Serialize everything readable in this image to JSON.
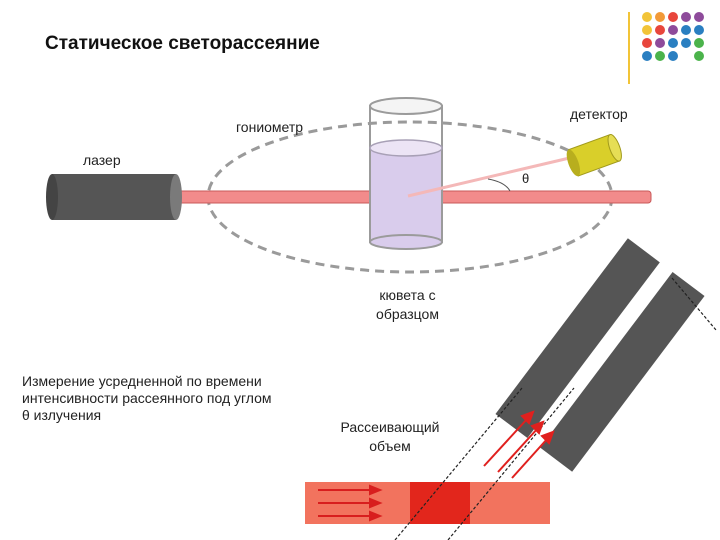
{
  "title": "Статическое светорассеяние",
  "labels": {
    "goniometer": "гониометр",
    "detector": "детектор",
    "laser": "лазер",
    "theta": "θ",
    "cuvette": "кювета с образцом",
    "scattering_volume": "Рассеивающий объем",
    "measurement": "Измерение усредненной по времени интенсивности рассеянного под углом θ излучения"
  },
  "colors": {
    "laser_beam": "#f28b8b",
    "detector": "#d9cf2a",
    "cuvette_liquid": "#d9ccec",
    "block": "#555555",
    "scatter_arrow": "#e0201e"
  },
  "dot_grid": [
    "#f2c438",
    "#f29a38",
    "#e8463c",
    "#8e4b9b",
    "#8e4b9b",
    "#f2c438",
    "#e8463c",
    "#8e4b9b",
    "#2a7fc1",
    "#2a7fc1",
    "#e8463c",
    "#8e4b9b",
    "#2a7fc1",
    "#2a7fc1",
    "#4bb34b",
    "#2a7fc1",
    "#4bb34b",
    "#2a7fc1",
    "#4bb34b"
  ]
}
